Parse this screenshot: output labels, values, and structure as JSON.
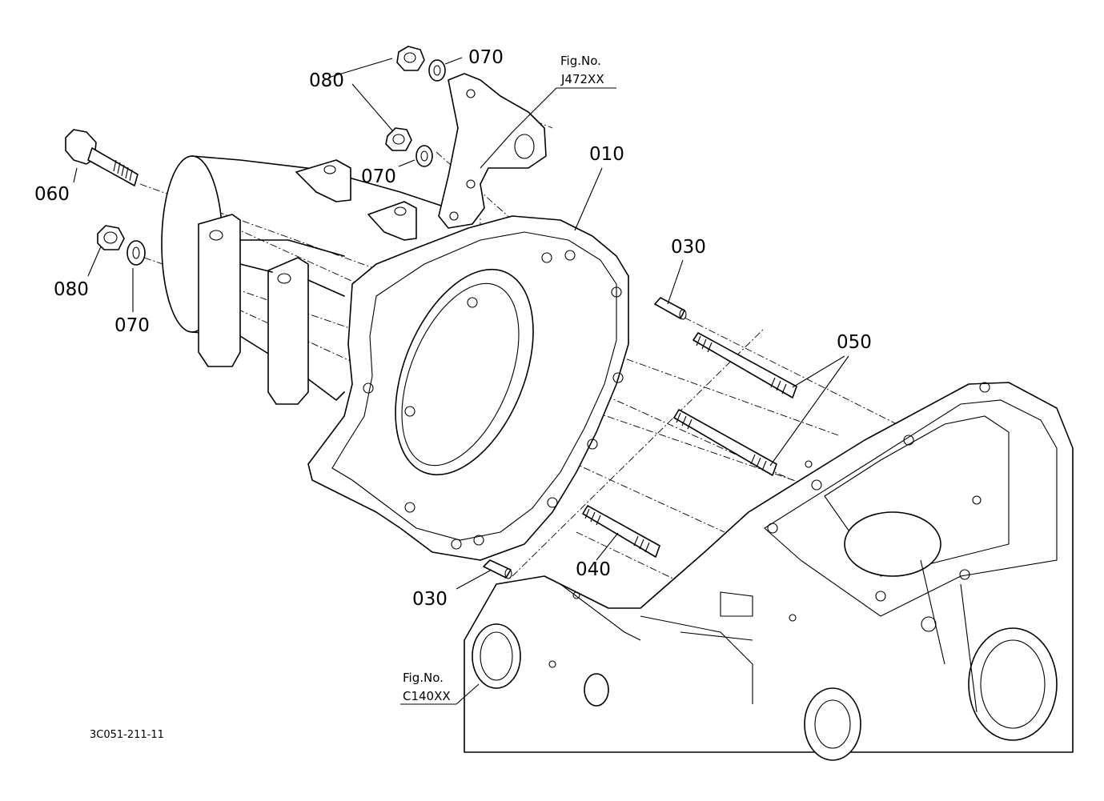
{
  "labels": {
    "p010": "010",
    "p030a": "030",
    "p030b": "030",
    "p040": "040",
    "p050": "050",
    "p060": "060",
    "p070a": "070",
    "p070b": "070",
    "p070c": "070",
    "p080a": "080",
    "p080b": "080"
  },
  "fig_refs": {
    "top": {
      "line1": "Fig.No.",
      "line2": "J472XX"
    },
    "bottom": {
      "line1": "Fig.No.",
      "line2": "C140XX"
    }
  },
  "drawing_code": "3C051-211-11"
}
